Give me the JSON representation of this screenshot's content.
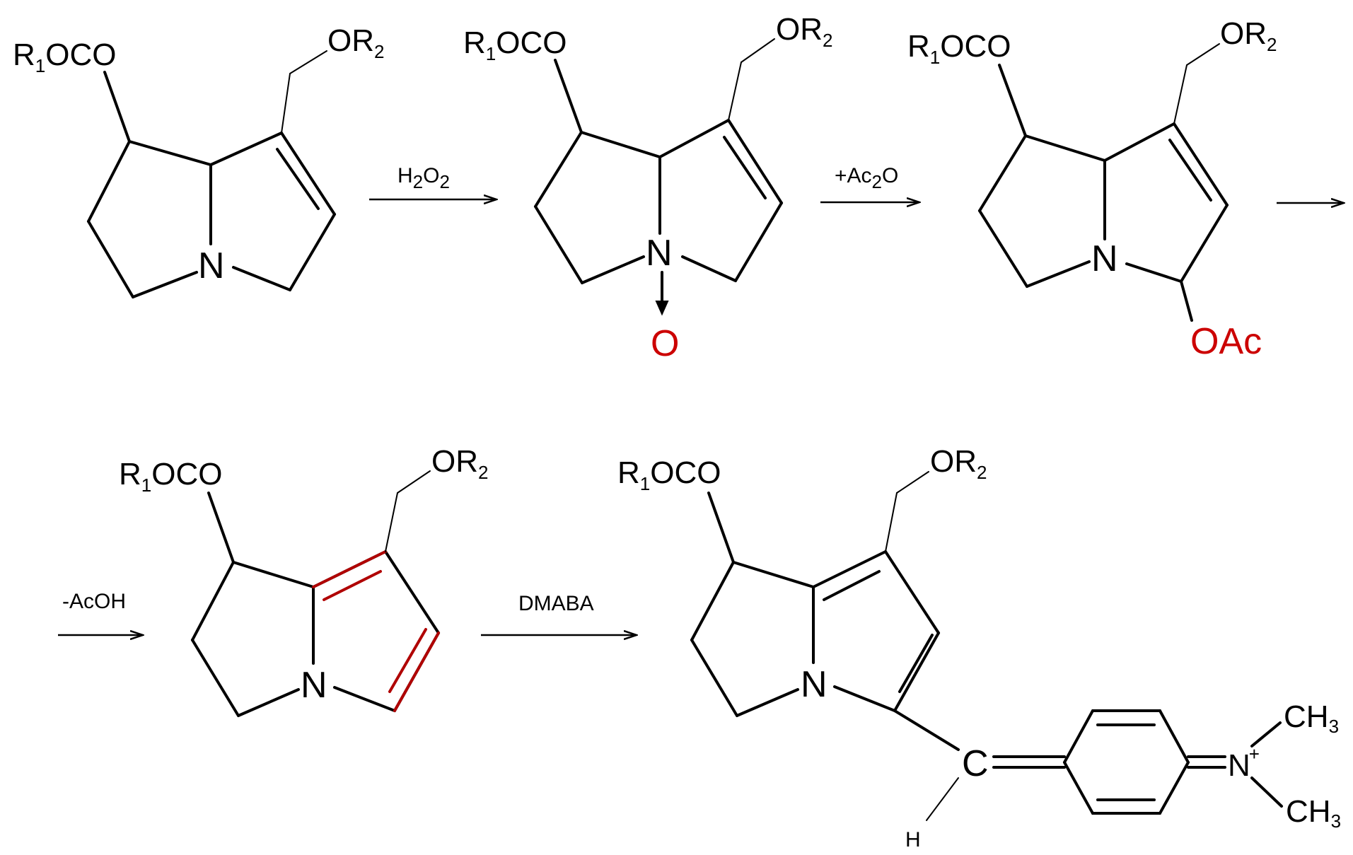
{
  "labels": {
    "ester_R": "R",
    "ester_sub": "1",
    "ester_rest": "OCO",
    "ether_O": "OR",
    "ether_sub": "2",
    "nitrogen": "N",
    "noxide_O": "O",
    "acetoxy": "OAc",
    "carbon": "C",
    "hydrogen": "H",
    "iminium_N": "N",
    "iminium_charge": "+",
    "methyl": "CH",
    "methyl_sub": "3"
  },
  "reagents": {
    "step1_main": "H",
    "step1_sub1": "2",
    "step1_mid": "O",
    "step1_sub2": "2",
    "step2_main": "+Ac",
    "step2_sub": "2",
    "step2_end": "O",
    "step4": "-AcOH",
    "step5": "DMABA"
  },
  "colors": {
    "bond": "#000000",
    "highlight": "#cc0000"
  }
}
